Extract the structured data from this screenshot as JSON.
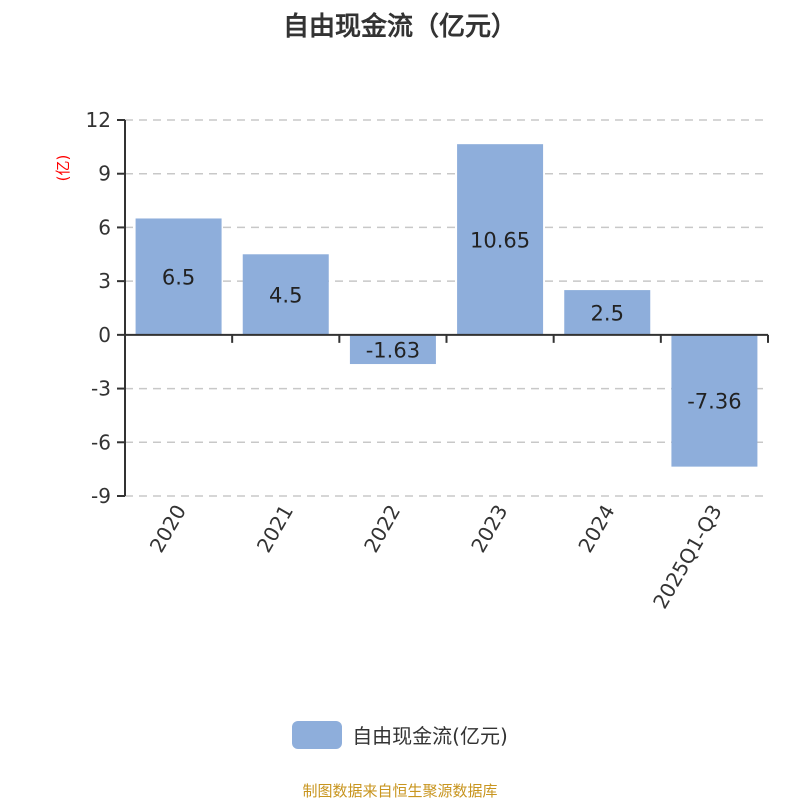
{
  "chart_data": {
    "type": "bar",
    "title": "自由现金流（亿元）",
    "ylabel": "(亿)",
    "xlabel": "",
    "categories": [
      "2020",
      "2021",
      "2022",
      "2023",
      "2024",
      "2025Q1-Q3"
    ],
    "series": [
      {
        "name": "自由现金流(亿元)",
        "values": [
          6.5,
          4.5,
          -1.63,
          10.65,
          2.5,
          -7.36
        ]
      }
    ],
    "value_labels": [
      "6.5",
      "4.5",
      "-1.63",
      "10.65",
      "2.5",
      "-7.36"
    ],
    "ylim": [
      -9,
      12
    ],
    "yticks": [
      -9,
      -6,
      -3,
      0,
      3,
      6,
      9,
      12
    ],
    "grid": true,
    "legend_position": "bottom",
    "colors": {
      "bar": "#8eaedb",
      "ylabel": "#ff0000",
      "source": "#c8951f"
    }
  },
  "source": "制图数据来自恒生聚源数据库"
}
